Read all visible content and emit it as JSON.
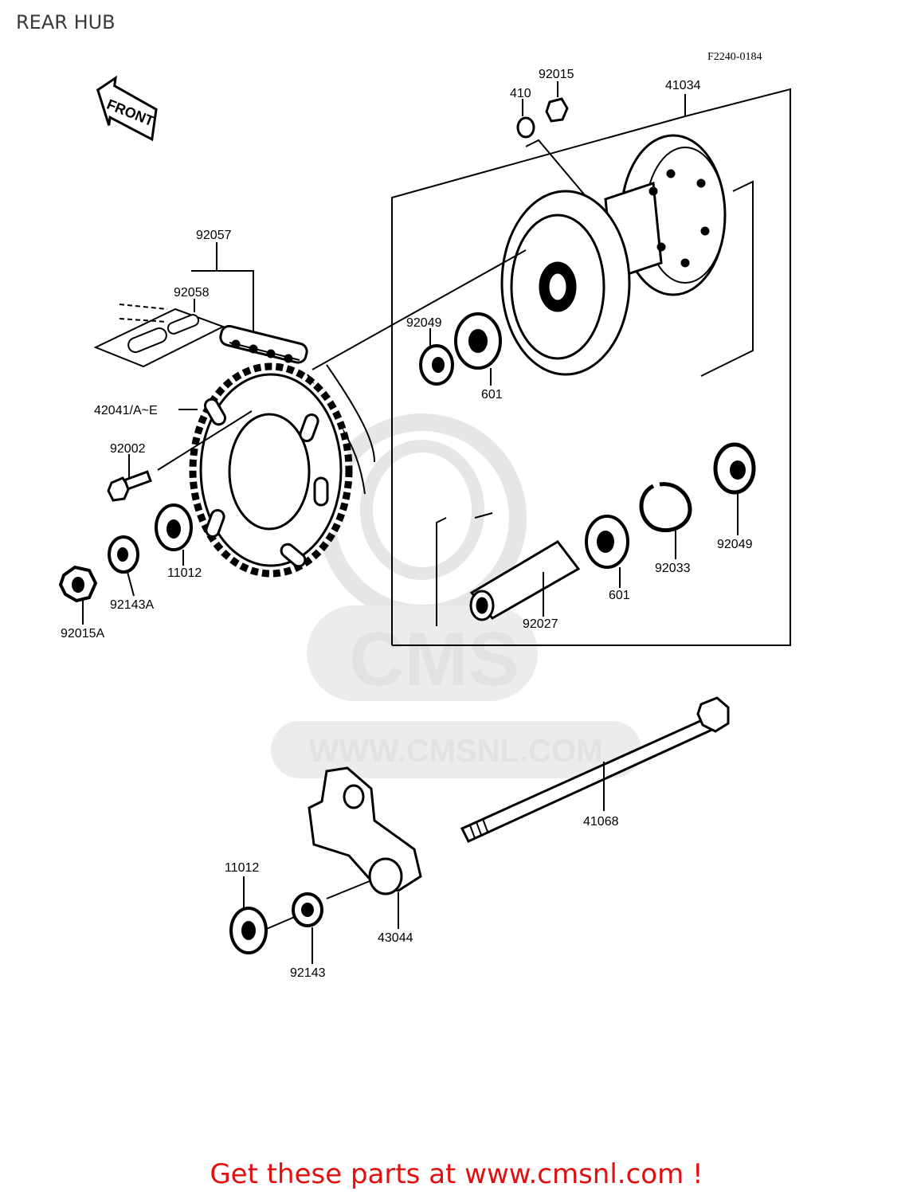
{
  "page": {
    "title": "REAR HUB",
    "figure_code": "F2240-0184",
    "footer": "Get these parts at www.cmsnl.com !"
  },
  "watermark": {
    "logo_text": "CMS",
    "url": "WWW.CMSNL.COM"
  },
  "front_arrow": "FRONT",
  "parts": {
    "p41034": "41034",
    "p92015": "92015",
    "p410": "410",
    "p92057": "92057",
    "p92058": "92058",
    "p92049_top": "92049",
    "p601_top": "601",
    "p42041": "42041/A~E",
    "p92002": "92002",
    "p11012_top": "11012",
    "p92143A": "92143A",
    "p92015A": "92015A",
    "p92049_right": "92049",
    "p92033": "92033",
    "p601_bottom": "601",
    "p92027": "92027",
    "p41068": "41068",
    "p11012_bottom": "11012",
    "p43044": "43044",
    "p92143": "92143"
  }
}
